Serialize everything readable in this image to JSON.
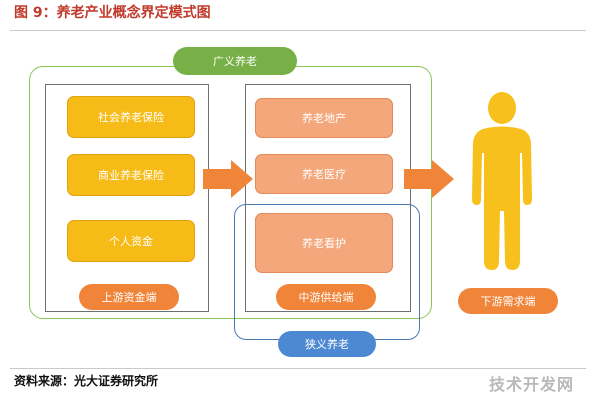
{
  "figure": {
    "title": "图 9：养老产业概念界定模式图",
    "source": "资料来源：光大证券研究所",
    "watermark": "技术开发网"
  },
  "labels": {
    "broad": "广义养老",
    "narrow": "狭义养老",
    "upstream": "上游资金端",
    "midstream": "中游供给端",
    "downstream": "下游需求端"
  },
  "upstream_boxes": [
    "社会养老保险",
    "商业养老保险",
    "个人资金"
  ],
  "midstream_boxes": [
    "养老地产",
    "养老医疗",
    "养老看护"
  ],
  "icons": {
    "arrow": "right-arrow-icon",
    "person": "person-icon"
  },
  "colors": {
    "title": "#c0392b",
    "broad_frame": "#8cc55b",
    "narrow_frame": "#4a79b0",
    "gold": "#f6bb17",
    "salmon": "#f4a77a",
    "orange": "#f0853a",
    "person": "#f8c01c"
  }
}
